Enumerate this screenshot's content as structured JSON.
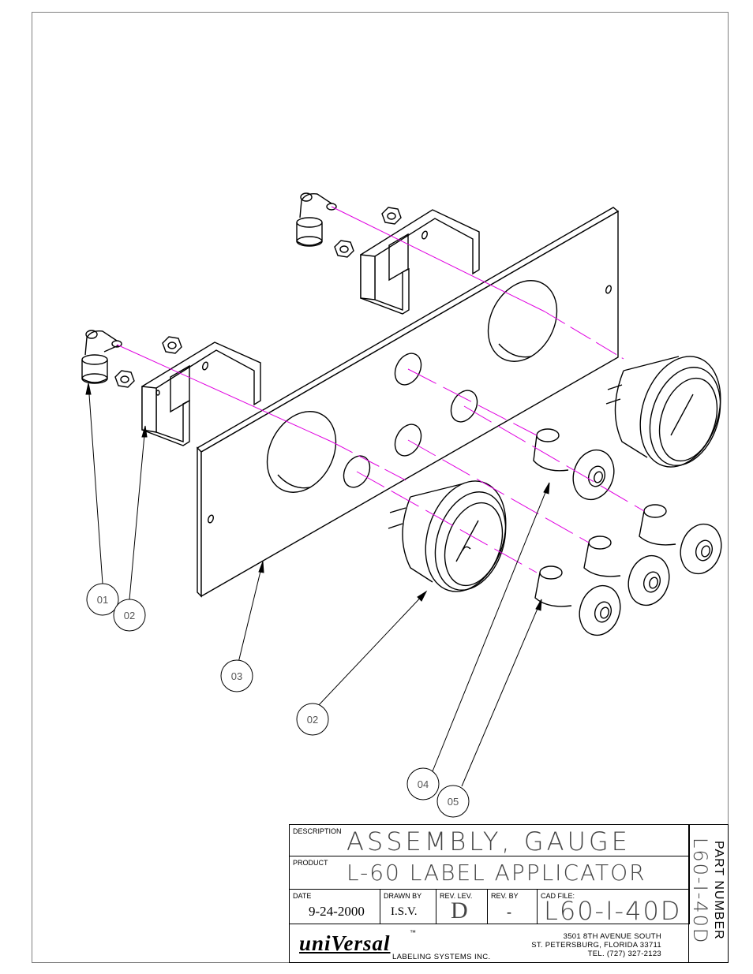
{
  "drawing": {
    "callouts": [
      "01",
      "02",
      "03",
      "02",
      "04",
      "05"
    ]
  },
  "title_block": {
    "description_label": "DESCRIPTION",
    "description": "ASSEMBLY,  GAUGE",
    "product_label": "PRODUCT",
    "product": "L-60  LABEL APPLICATOR",
    "date_label": "DATE",
    "date": "9-24-2000",
    "drawn_by_label": "DRAWN BY",
    "drawn_by": "I.S.V.",
    "rev_lev_label": "REV. LEV.",
    "rev_lev": "D",
    "rev_by_label": "REV. BY",
    "rev_by": "-",
    "cad_file_label": "CAD FILE:",
    "cad_file": "L60-I-40D",
    "company_logo": "uniVersal",
    "trademark": "™",
    "company_sub": "LABELING SYSTEMS INC.",
    "address_line1": "3501 8TH AVENUE SOUTH",
    "address_line2": "ST. PETERSBURG, FLORIDA 33711",
    "address_line3": "TEL. (727) 327-2123",
    "part_number_label": "PART NUMBER",
    "part_number": "L60-I-40D"
  },
  "colors": {
    "line": "#000000",
    "centerline": "#e000e0",
    "border": "#7f7f7f",
    "faint_text": "#444444"
  }
}
